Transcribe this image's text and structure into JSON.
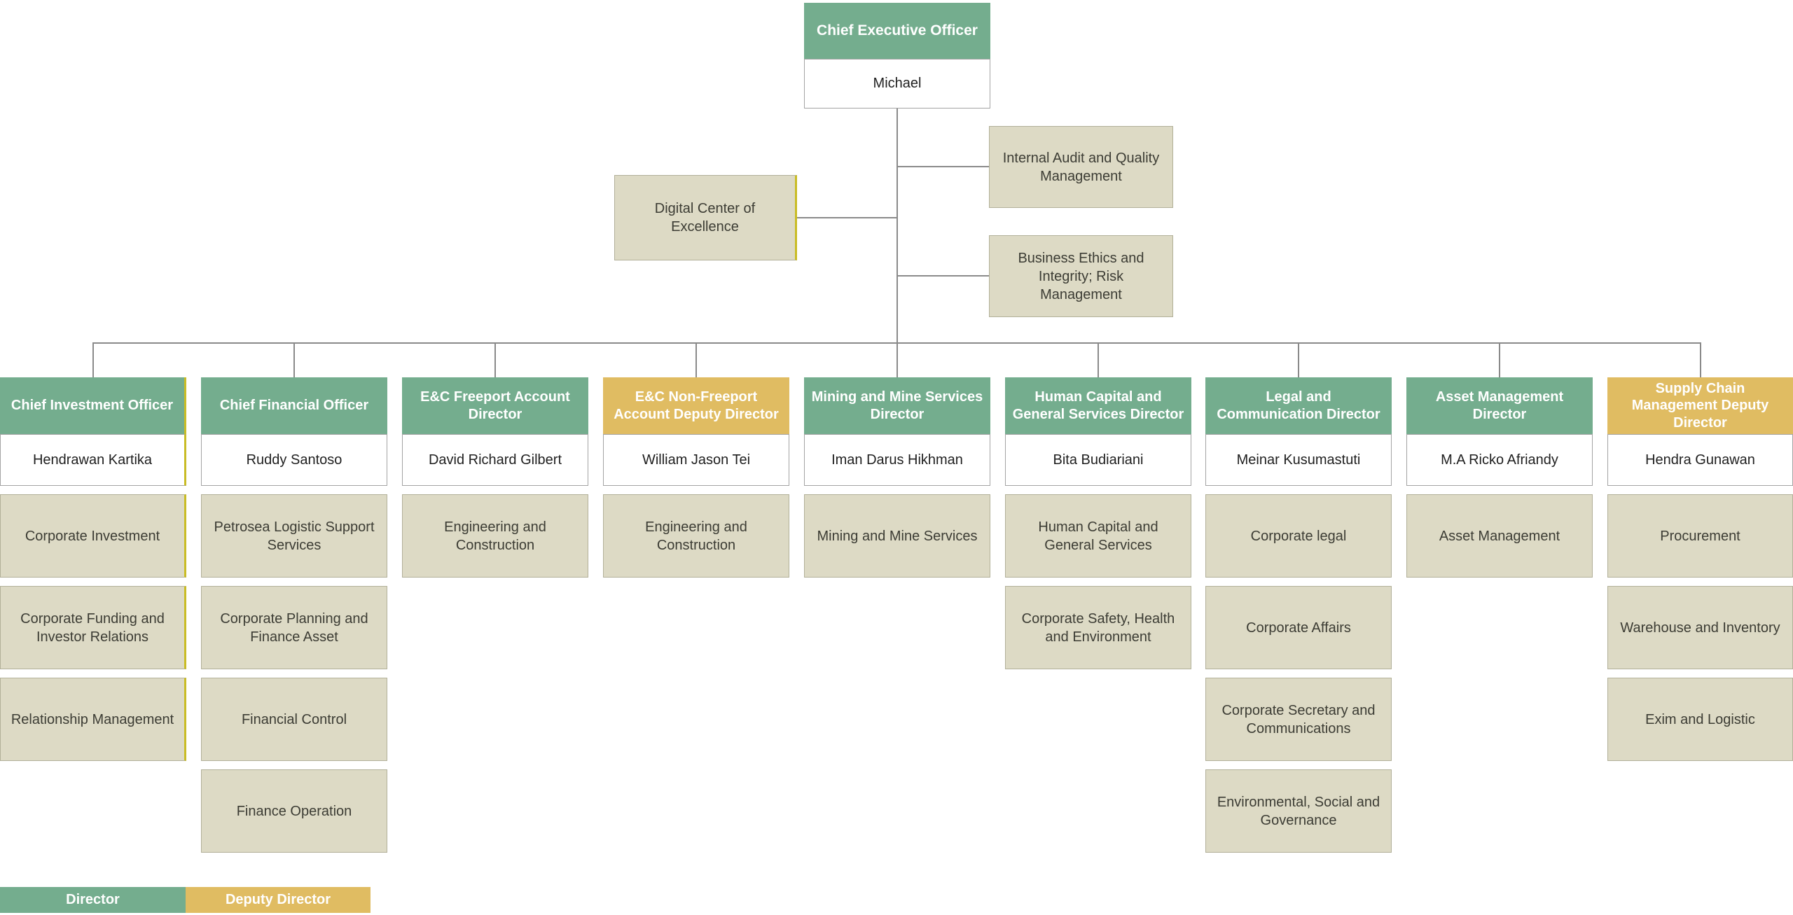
{
  "palette": {
    "director_header": "#74ad8e",
    "deputy_header": "#e0bc62",
    "department_fill": "#dddac5",
    "department_border": "#b2b099",
    "accent_edge": "#c9bc25",
    "connector": "#8a8a8a"
  },
  "ceo": {
    "title": "Chief Executive Officer",
    "name": "Michael"
  },
  "staff_boxes": {
    "digital": "Digital Center of Excellence",
    "audit": "Internal Audit and Quality Management",
    "ethics": "Business Ethics and Integrity; Risk Management"
  },
  "columns": [
    {
      "title": "Chief Investment Officer",
      "role": "director",
      "name": "Hendrawan Kartika",
      "departments": [
        "Corporate Investment",
        "Corporate Funding and Investor Relations",
        "Relationship Management"
      ]
    },
    {
      "title": "Chief Financial Officer",
      "role": "director",
      "name": "Ruddy Santoso",
      "departments": [
        "Petrosea Logistic Support Services",
        "Corporate Planning and Finance Asset",
        "Financial Control",
        "Finance Operation"
      ]
    },
    {
      "title": "E&C Freeport Account Director",
      "role": "director",
      "name": "David Richard Gilbert",
      "departments": [
        "Engineering and Construction"
      ]
    },
    {
      "title": "E&C Non-Freeport Account Deputy Director",
      "role": "deputy",
      "name": "William Jason Tei",
      "departments": [
        "Engineering and Construction"
      ]
    },
    {
      "title": "Mining and Mine Services Director",
      "role": "director",
      "name": "Iman Darus Hikhman",
      "departments": [
        "Mining and Mine Services"
      ]
    },
    {
      "title": "Human Capital and General Services Director",
      "role": "director",
      "name": "Bita Budiariani",
      "departments": [
        "Human Capital and General Services",
        "Corporate Safety, Health and Environment"
      ]
    },
    {
      "title": "Legal and Communication Director",
      "role": "director",
      "name": "Meinar Kusumastuti",
      "departments": [
        "Corporate legal",
        "Corporate Affairs",
        "Corporate Secretary and Communications",
        "Environmental, Social and Governance"
      ]
    },
    {
      "title": "Asset Management Director",
      "role": "director",
      "name": "M.A Ricko Afriandy",
      "departments": [
        "Asset Management"
      ]
    },
    {
      "title": "Supply Chain Management Deputy Director",
      "role": "deputy",
      "name": "Hendra Gunawan",
      "departments": [
        "Procurement",
        "Warehouse and Inventory",
        "Exim and Logistic"
      ]
    }
  ],
  "legend": {
    "director": "Director",
    "deputy": "Deputy Director"
  }
}
